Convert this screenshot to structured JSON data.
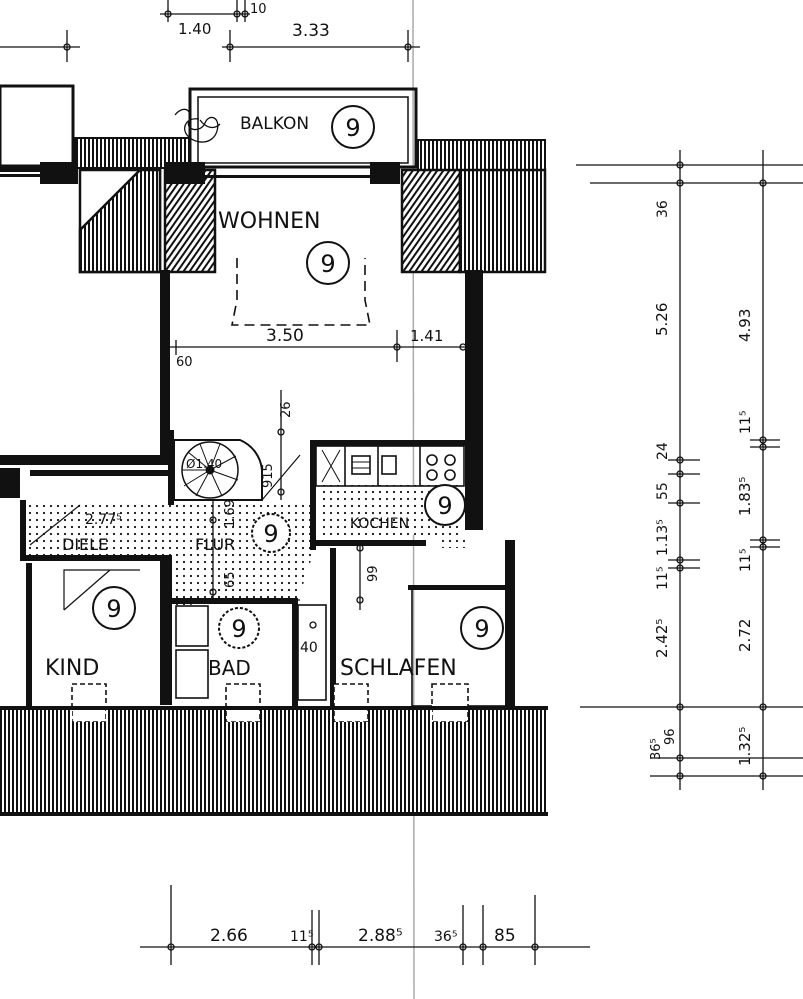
{
  "rooms": {
    "balkon": "BALKON",
    "wohnen": "WOHNEN",
    "diele": "DIELE",
    "flur": "FLUR",
    "kochen": "KOCHEN",
    "kind": "KIND",
    "bad": "BAD",
    "schlafen": "SCHLAFEN"
  },
  "marker": "9",
  "dims": {
    "top": [
      "1.40",
      "10",
      "3.33"
    ],
    "inner": [
      "3.50",
      "1.41",
      "60",
      "26",
      "Ø1.40",
      "915",
      "2.77⁵",
      "1.69",
      "65",
      "40",
      "99"
    ],
    "right": [
      "36",
      "5.26",
      "24",
      "55",
      "1.13⁵",
      "11⁵",
      "2.42⁵",
      "36⁵",
      "96",
      "4.93",
      "11⁵",
      "1.83⁵",
      "11⁵",
      "2.72",
      "1.32⁵"
    ],
    "bottom": [
      "2.66",
      "11⁵",
      "2.88⁵",
      "36⁵",
      "85"
    ]
  }
}
